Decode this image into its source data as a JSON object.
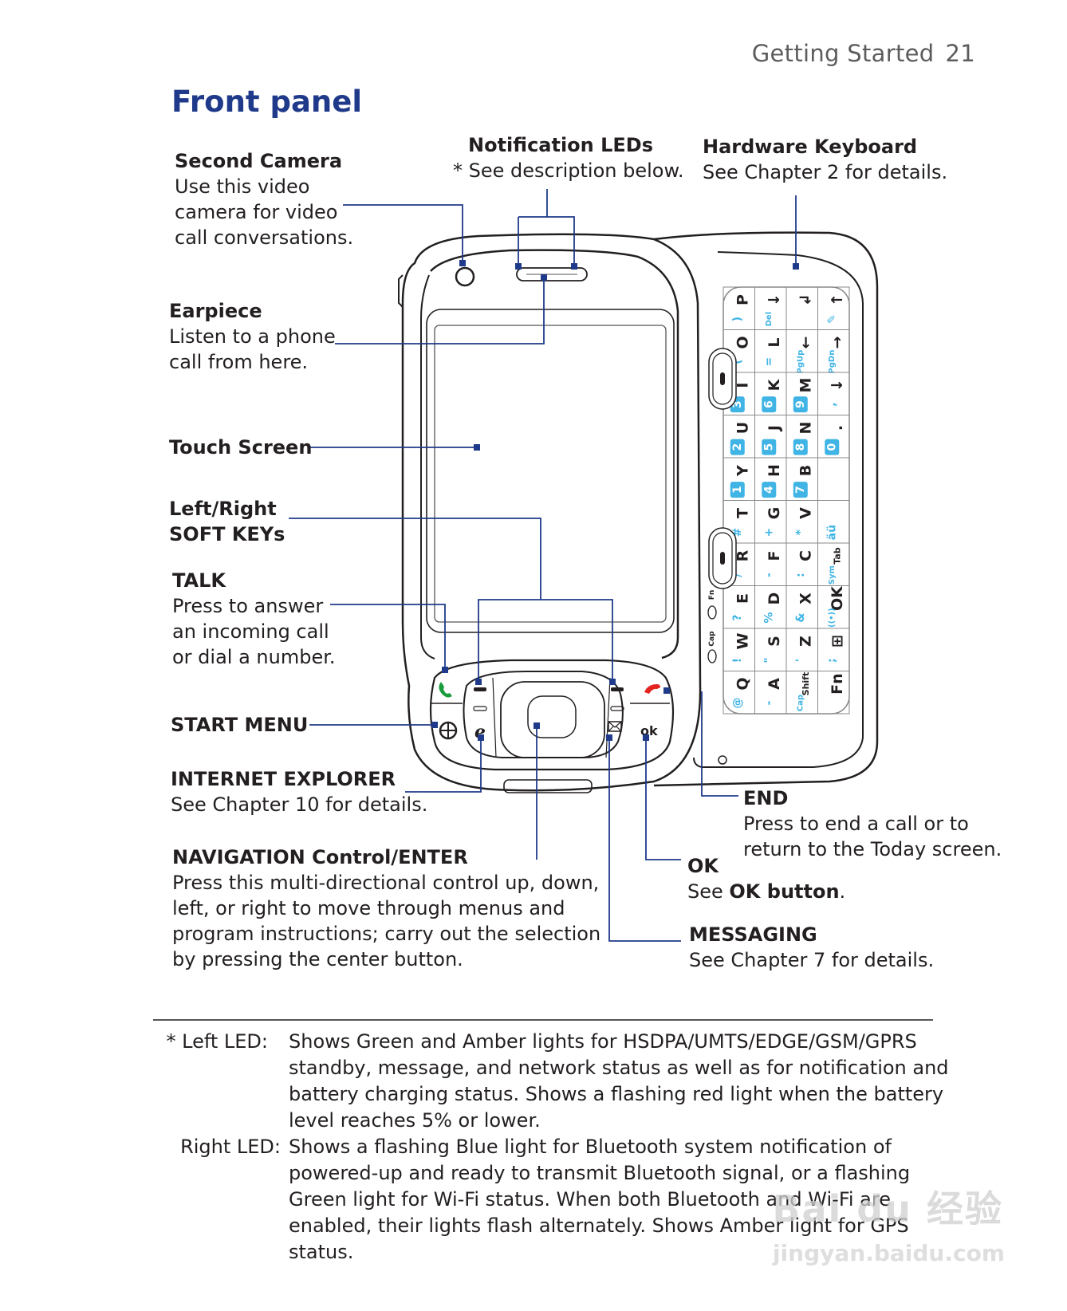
{
  "running_head": {
    "section": "Getting Started",
    "page_number": "21"
  },
  "section_title": "Front panel",
  "callouts": {
    "second_camera": {
      "title": "Second Camera",
      "lines": [
        "Use this video",
        "camera for video",
        "call conversations."
      ]
    },
    "notification_leds": {
      "title": "Notification LEDs",
      "lines": [
        "* See description below."
      ]
    },
    "hardware_keyboard": {
      "title": "Hardware Keyboard",
      "lines": [
        "See Chapter 2 for details."
      ]
    },
    "earpiece": {
      "title": "Earpiece",
      "lines": [
        "Listen to a phone",
        "call from here."
      ]
    },
    "touch_screen": {
      "title": "Touch Screen"
    },
    "soft_keys": {
      "title_lines": [
        "Left/Right",
        "SOFT KEYs"
      ]
    },
    "talk": {
      "title": "TALK",
      "lines": [
        "Press to answer",
        "an incoming call",
        "or dial a number."
      ]
    },
    "start_menu": {
      "title": "START MENU"
    },
    "internet_explorer": {
      "title": "INTERNET EXPLORER",
      "lines": [
        "See Chapter 10 for details."
      ]
    },
    "navigation": {
      "title": "NAVIGATION Control/ENTER",
      "lines": [
        "Press this multi-directional control up, down,",
        "left, or right to move through menus and",
        "program instructions; carry out the selection",
        "by pressing the center button."
      ]
    },
    "end": {
      "title": "END",
      "lines": [
        "Press to end a call or to",
        "return to the Today screen."
      ]
    },
    "ok": {
      "title": "OK",
      "see": "See ",
      "see_bold": "OK button",
      "see_end": "."
    },
    "messaging": {
      "title": "MESSAGING",
      "lines": [
        "See Chapter 7 for details."
      ]
    }
  },
  "device": {
    "front_keys": {
      "ok_label": "ok",
      "ie_label": "e"
    },
    "keyboard": {
      "rows": [
        [
          {
            "main": "P",
            "alt": ")"
          },
          {
            "main": "O",
            "alt": "("
          },
          {
            "main": "I",
            "alt": "3"
          },
          {
            "main": "U",
            "alt": "2"
          },
          {
            "main": "Y",
            "alt": "1"
          },
          {
            "main": "T",
            "alt": "#"
          },
          {
            "main": "R",
            "alt": "/"
          },
          {
            "main": "E",
            "alt": "?"
          },
          {
            "main": "W",
            "alt": "!"
          },
          {
            "main": "Q",
            "alt": "@"
          }
        ],
        [
          {
            "main": "↓",
            "alt": "Del"
          },
          {
            "main": "L",
            "alt": "="
          },
          {
            "main": "K",
            "alt": "6"
          },
          {
            "main": "J",
            "alt": "5"
          },
          {
            "main": "H",
            "alt": "4"
          },
          {
            "main": "G",
            "alt": "+"
          },
          {
            "main": "F",
            "alt": "-"
          },
          {
            "main": "D",
            "alt": "%"
          },
          {
            "main": "S",
            "alt": "\""
          },
          {
            "main": "A",
            "alt": "-"
          }
        ],
        [
          {
            "main": "↲",
            "alt": ""
          },
          {
            "main": "←",
            "alt": "PgUp"
          },
          {
            "main": "M",
            "alt": "9"
          },
          {
            "main": "N",
            "alt": "8"
          },
          {
            "main": "B",
            "alt": "7"
          },
          {
            "main": "V",
            "alt": "*"
          },
          {
            "main": "C",
            "alt": ":"
          },
          {
            "main": "X",
            "alt": "&"
          },
          {
            "main": "Z",
            "alt": "'"
          },
          {
            "main": "Shift",
            "alt": "Cap"
          }
        ],
        [
          {
            "main": "↑",
            "alt": "✎"
          },
          {
            "main": "→",
            "alt": "PgDn"
          },
          {
            "main": "↓",
            "alt": ","
          },
          {
            "main": ".",
            "alt": "0"
          },
          {
            "main": "",
            "alt": ""
          },
          {
            "main": "",
            "alt": "äü"
          },
          {
            "main": "Tab",
            "alt": "Sym"
          },
          {
            "main": "OK",
            "alt": "((•))"
          },
          {
            "main": "⊞",
            "alt": ";"
          },
          {
            "main": "Fn",
            "alt": ""
          }
        ]
      ],
      "indicator_labels": {
        "fn": "Fn",
        "cap": "Cap"
      }
    }
  },
  "footnotes": [
    {
      "label": "* Left LED:",
      "text": "Shows Green and Amber lights for HSDPA/UMTS/EDGE/GSM/GPRS standby, message, and network status as well as for notification and battery charging status. Shows a flashing red light when the battery level reaches 5% or lower."
    },
    {
      "label": "Right LED:",
      "text": "Shows a flashing Blue light for Bluetooth system notification of powered-up and ready to transmit Bluetooth signal, or a flashing Green light for Wi-Fi status. When both Bluetooth and Wi-Fi are enabled, their lights flash alternately. Shows Amber light for GPS status."
    }
  ],
  "watermark": {
    "main": "Bai du 经验",
    "sub": "jingyan.baidu.com"
  },
  "colors": {
    "title_blue": "#1f3a8a",
    "leader_blue": "#1f3a8a",
    "key_cyan": "#3fb4e5",
    "talk_green": "#1a9b3c",
    "end_red": "#e52421"
  }
}
